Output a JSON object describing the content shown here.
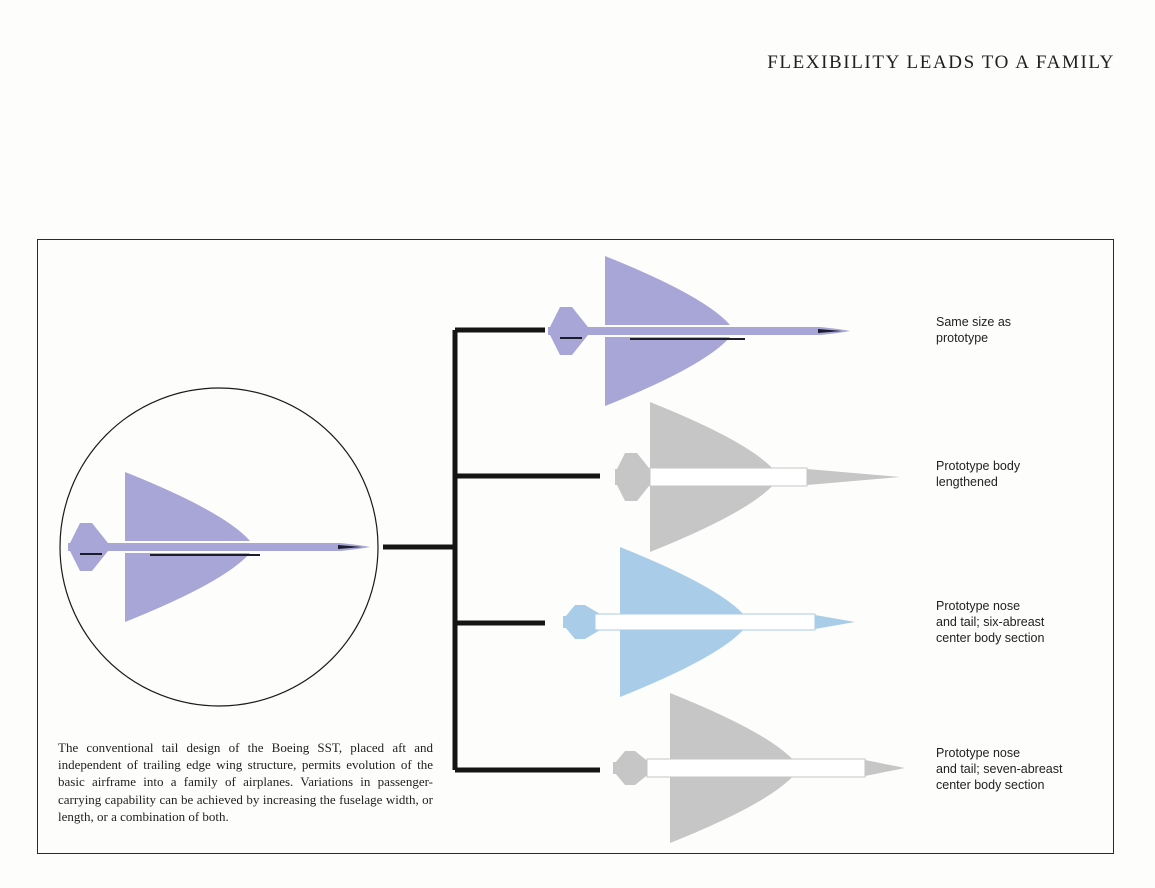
{
  "title": "FLEXIBILITY LEADS TO A FAMILY",
  "caption": "The conventional tail design of the Boeing SST, placed aft and independent of trailing edge wing structure, permits evolution of the basic airframe into a family of airplanes. Variations in passenger-carrying capability can be achieved by increasing the fuselage width, or length, or a combination of both.",
  "variants": [
    {
      "label": "Same size as\nprototype",
      "color": "#a7a6d6"
    },
    {
      "label": "Prototype body\nlengthened",
      "color": "#c6c6c6"
    },
    {
      "label": "Prototype nose\nand tail; six-abreast\ncenter body section",
      "color": "#a9cde9"
    },
    {
      "label": "Prototype nose\nand tail; seven-abreast\ncenter body section",
      "color": "#c6c6c6"
    }
  ],
  "prototype_color": "#a7a6d6",
  "line_color": "#151515"
}
